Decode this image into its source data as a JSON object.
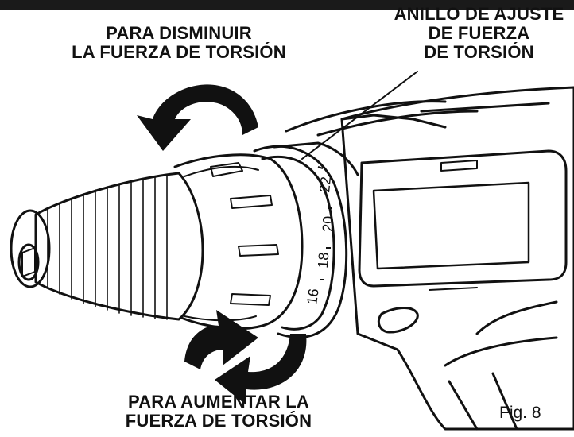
{
  "labels": {
    "decrease": [
      "PARA DISMINUIR",
      "LA FUERZA DE TORSIÓN"
    ],
    "ring": [
      "ANILLO DE AJUSTE",
      "DE FUERZA",
      "DE TORSIÓN"
    ],
    "increase": [
      "PARA AUMENTAR LA",
      "FUERZA DE TORSIÓN"
    ]
  },
  "figure_caption": "Fig. 8",
  "dial_numbers": [
    "16",
    "18",
    "20",
    "22"
  ],
  "icons": {
    "decrease_arrow": "curved-arrow-counterclockwise-icon",
    "increase_arrow": "curved-arrow-clockwise-icon"
  },
  "colors": {
    "ink": "#111111",
    "paper": "#ffffff",
    "bar": "#1a1a1a"
  }
}
